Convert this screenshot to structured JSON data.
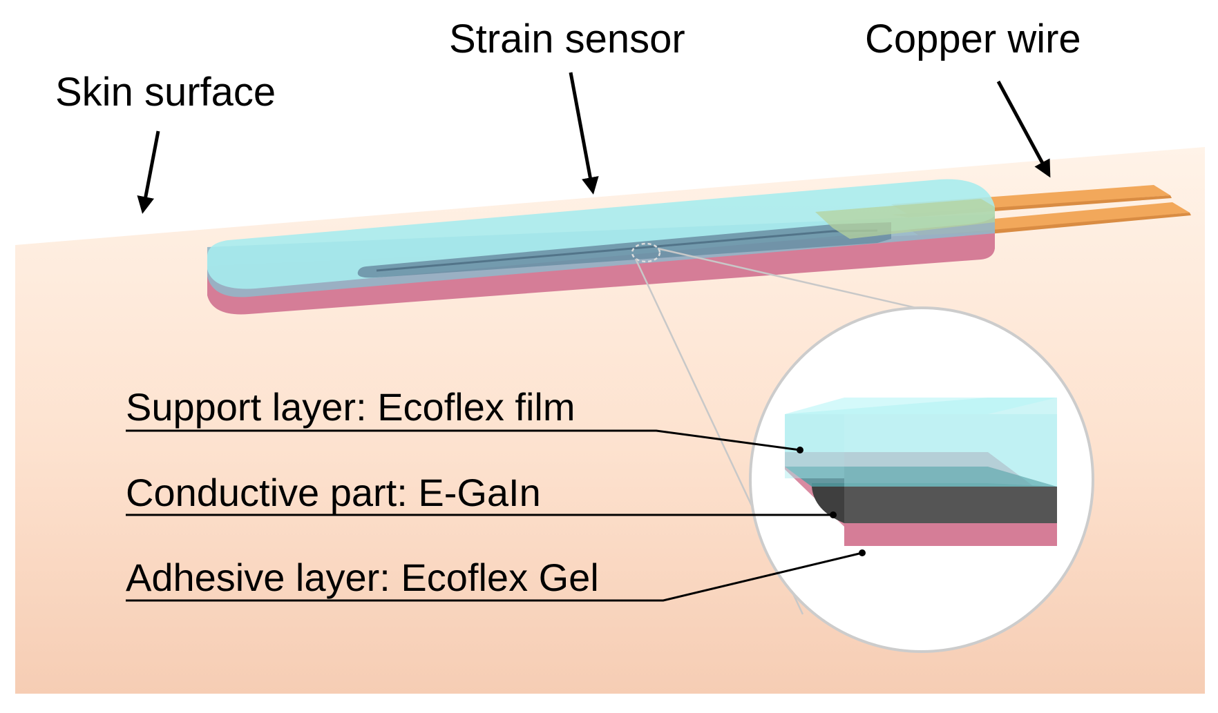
{
  "labels": {
    "skin_surface": "Skin surface",
    "strain_sensor": "Strain sensor",
    "copper_wire": "Copper wire",
    "support_layer": "Support layer: Ecoflex film",
    "conductive_part": "Conductive part: E-GaIn",
    "adhesive_layer": "Adhesive layer: Ecoflex Gel"
  },
  "colors": {
    "skin_light": "#fff1e4",
    "skin_dark": "#f7d2bb",
    "support_film": "#a6ecee",
    "adhesive_gel": "#d57d97",
    "conductor": "#555555",
    "copper": "#f2a85b",
    "zoom_circle": "#cccccc"
  }
}
